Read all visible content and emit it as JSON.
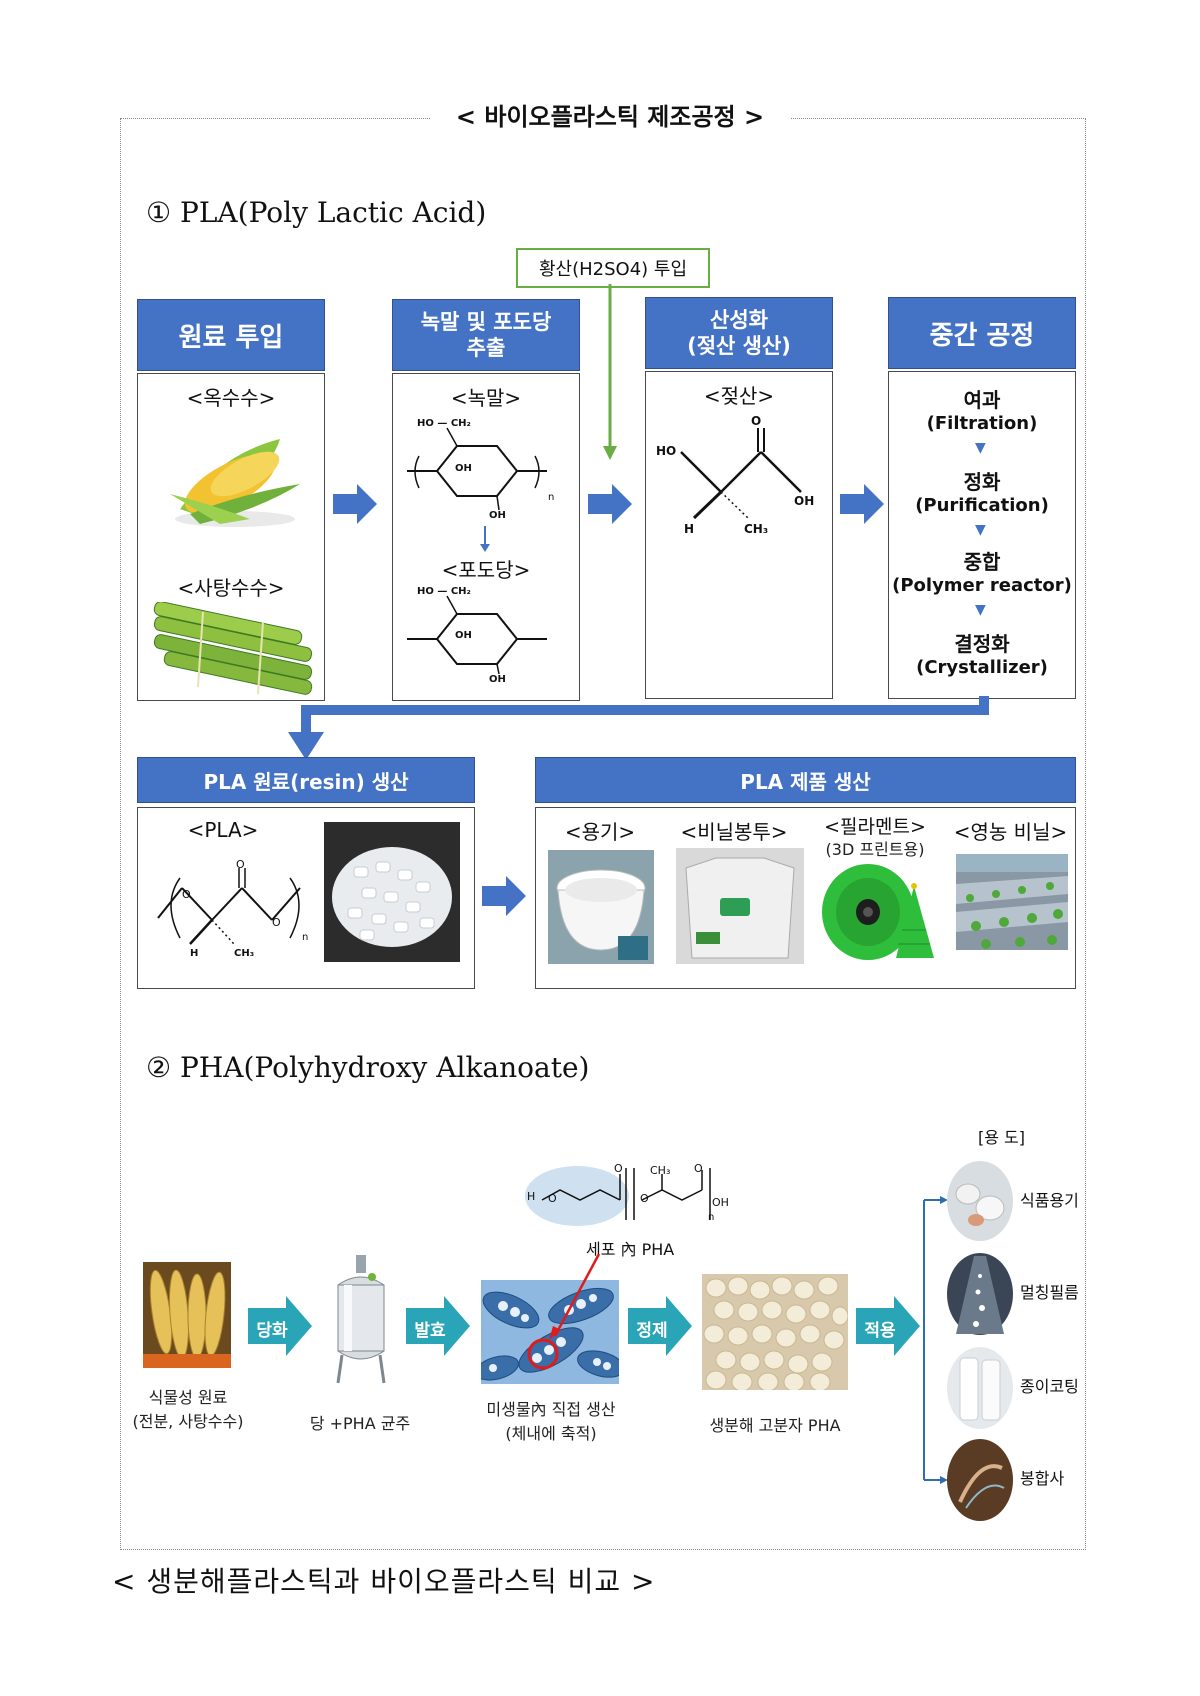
{
  "frame_title": "< 바이오플라스틱 제조공정 >",
  "pla": {
    "title": "① PLA(Poly Lactic Acid)",
    "acid_input": "황산(H2SO4) 투입",
    "headers": {
      "raw": "원료 투입",
      "extract_line1": "녹말 및 포도당",
      "extract_line2": "추출",
      "acidify_line1": "산성화",
      "acidify_line2": "(젖산 생산)",
      "middle": "중간 공정"
    },
    "raw_labels": {
      "corn": "<옥수수>",
      "sugarcane": "<사탕수수>"
    },
    "extract_labels": {
      "starch": "<녹말>",
      "glucose": "<포도당>"
    },
    "acid_label": "<젖산>",
    "chem": {
      "ho_ch2": "HO — CH₂",
      "oh": "OH",
      "ho": "HO",
      "o": "O",
      "h": "H",
      "ch3": "CH₃",
      "n": "n"
    },
    "middle_steps": [
      {
        "ko": "여과",
        "en": "(Filtration)"
      },
      {
        "ko": "정화",
        "en": "(Purification)"
      },
      {
        "ko": "중합",
        "en": "(Polymer reactor)"
      },
      {
        "ko": "결정화",
        "en": "(Crystallizer)"
      }
    ],
    "resin_header": "PLA 원료(resin) 생산",
    "resin_label": "<PLA>",
    "product_header": "PLA 제품 생산",
    "products": [
      {
        "label": "<용기>",
        "sub": ""
      },
      {
        "label": "<비닐봉투>",
        "sub": ""
      },
      {
        "label": "<필라멘트>",
        "sub": "(3D 프린트용)"
      },
      {
        "label": "<영농 비닐>",
        "sub": ""
      }
    ]
  },
  "pha": {
    "title": "② PHA(Polyhydroxy Alkanoate)",
    "use_title": "[용 도]",
    "cell_pha": "세포 內 PHA",
    "formula": {
      "h": "H",
      "o": "O",
      "oh": "OH",
      "ch3": "CH₃",
      "n": "n"
    },
    "arrows": [
      "당화",
      "발효",
      "정제",
      "적용"
    ],
    "stages": [
      {
        "line1": "식물성 원료",
        "line2": "(전분, 사탕수수)"
      },
      {
        "line1": "당 +PHA 균주",
        "line2": ""
      },
      {
        "line1": "미생물內 직접 생산",
        "line2": "(체내에 축적)"
      },
      {
        "line1": "생분해 고분자 PHA",
        "line2": ""
      }
    ],
    "uses": [
      "식품용기",
      "멀칭필름",
      "종이코팅",
      "봉합사"
    ]
  },
  "footer": "< 생분해플라스틱과 바이오플라스틱 비교 >",
  "colors": {
    "header_blue": "#4472c4",
    "arrow_blue": "#4472c4",
    "arrow_teal": "#2aa5b8",
    "green_line": "#6aad45"
  }
}
